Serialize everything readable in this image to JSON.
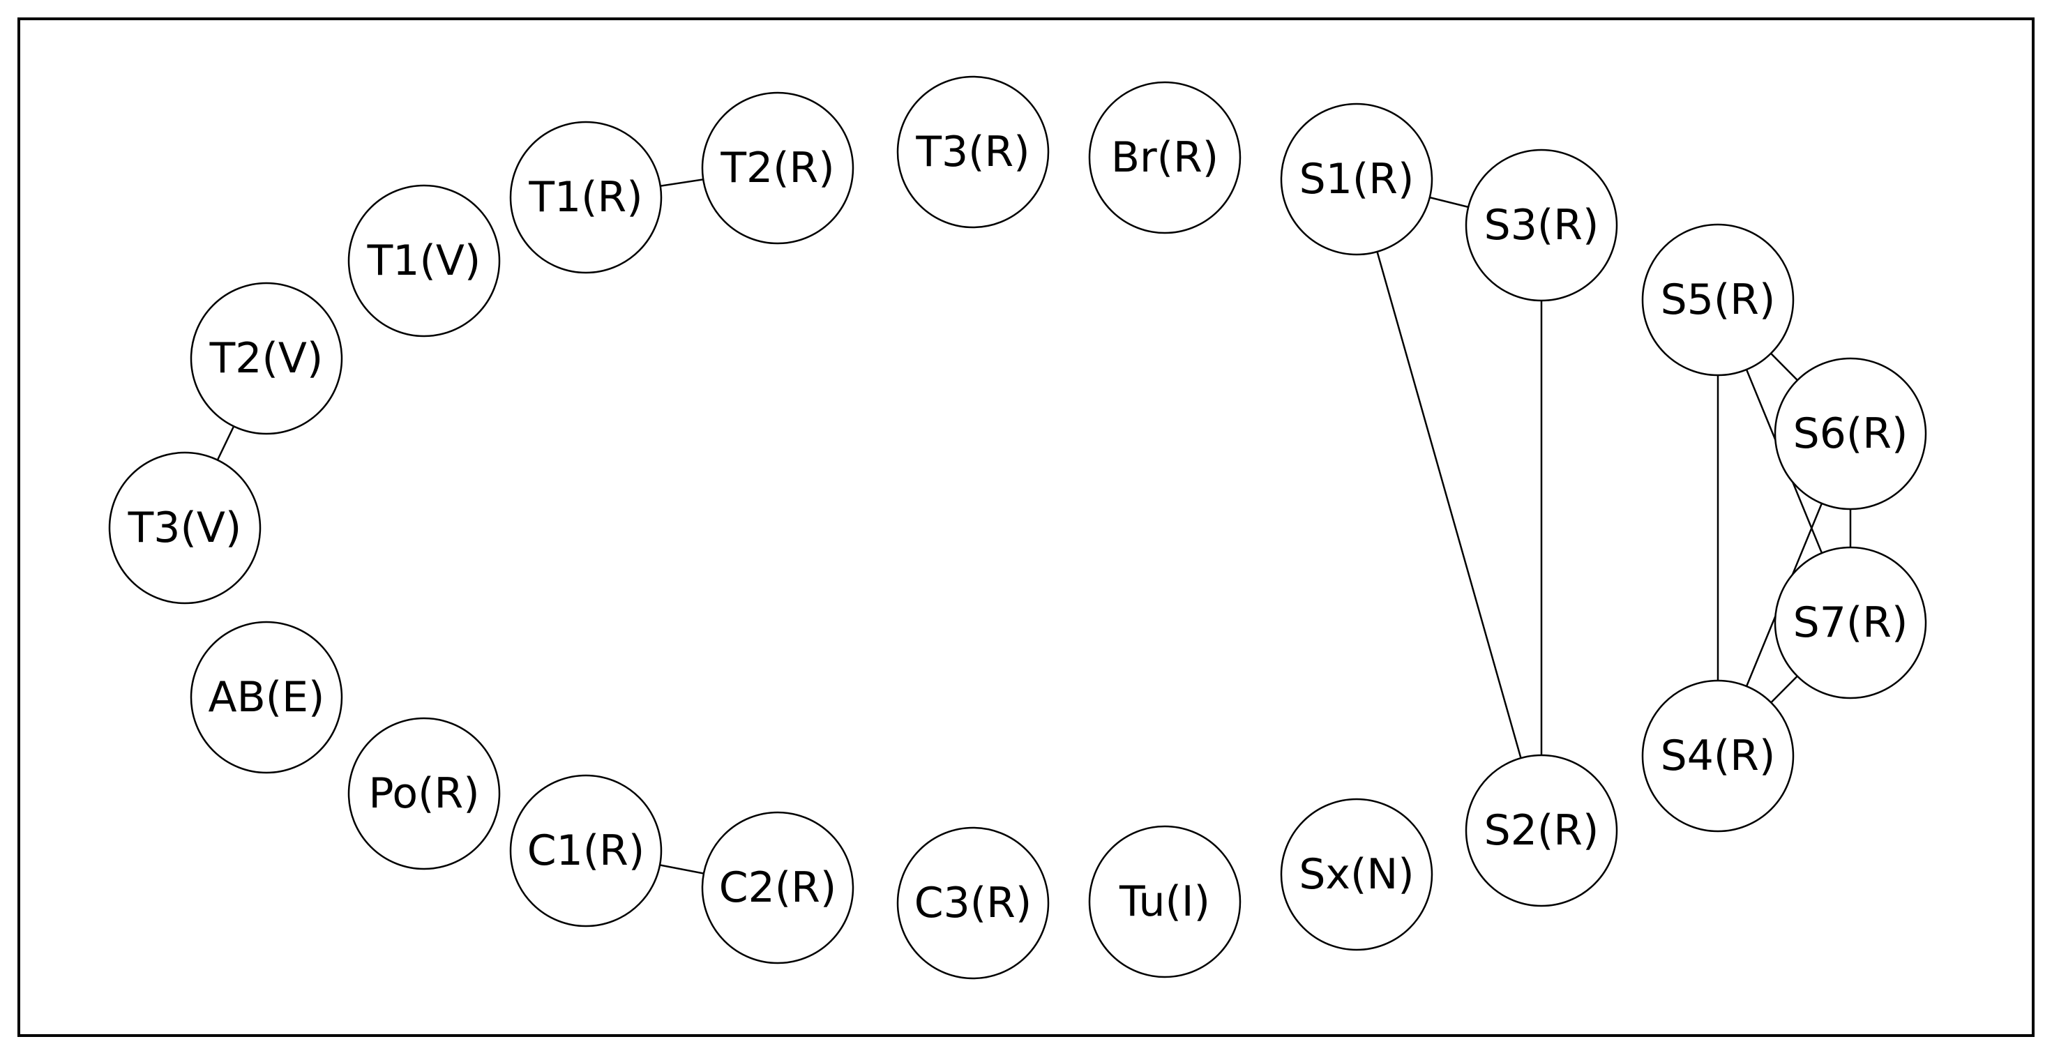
{
  "colors": {
    "stroke": "#000000",
    "background": "#ffffff"
  },
  "nodes": [
    {
      "id": "T3V",
      "label": "T3(V)"
    },
    {
      "id": "T2V",
      "label": "T2(V)"
    },
    {
      "id": "T1V",
      "label": "T1(V)"
    },
    {
      "id": "T1R",
      "label": "T1(R)"
    },
    {
      "id": "T2R",
      "label": "T2(R)"
    },
    {
      "id": "T3R",
      "label": "T3(R)"
    },
    {
      "id": "BrR",
      "label": "Br(R)"
    },
    {
      "id": "S1R",
      "label": "S1(R)"
    },
    {
      "id": "S3R",
      "label": "S3(R)"
    },
    {
      "id": "S5R",
      "label": "S5(R)"
    },
    {
      "id": "S6R",
      "label": "S6(R)"
    },
    {
      "id": "S7R",
      "label": "S7(R)"
    },
    {
      "id": "S4R",
      "label": "S4(R)"
    },
    {
      "id": "S2R",
      "label": "S2(R)"
    },
    {
      "id": "SxN",
      "label": "Sx(N)"
    },
    {
      "id": "TuI",
      "label": "Tu(I)"
    },
    {
      "id": "C3R",
      "label": "C3(R)"
    },
    {
      "id": "C2R",
      "label": "C2(R)"
    },
    {
      "id": "C1R",
      "label": "C1(R)"
    },
    {
      "id": "PoR",
      "label": "Po(R)"
    },
    {
      "id": "ABE",
      "label": "AB(E)"
    }
  ],
  "edges": [
    {
      "from": "T1R",
      "to": "T2R"
    },
    {
      "from": "T2V",
      "to": "T3V"
    },
    {
      "from": "C1R",
      "to": "C2R"
    },
    {
      "from": "S1R",
      "to": "S3R"
    },
    {
      "from": "S1R",
      "to": "S2R"
    },
    {
      "from": "S3R",
      "to": "S2R"
    },
    {
      "from": "S5R",
      "to": "S6R"
    },
    {
      "from": "S5R",
      "to": "S4R"
    },
    {
      "from": "S5R",
      "to": "S7R"
    },
    {
      "from": "S6R",
      "to": "S7R"
    },
    {
      "from": "S6R",
      "to": "S4R"
    },
    {
      "from": "S7R",
      "to": "S4R"
    }
  ]
}
